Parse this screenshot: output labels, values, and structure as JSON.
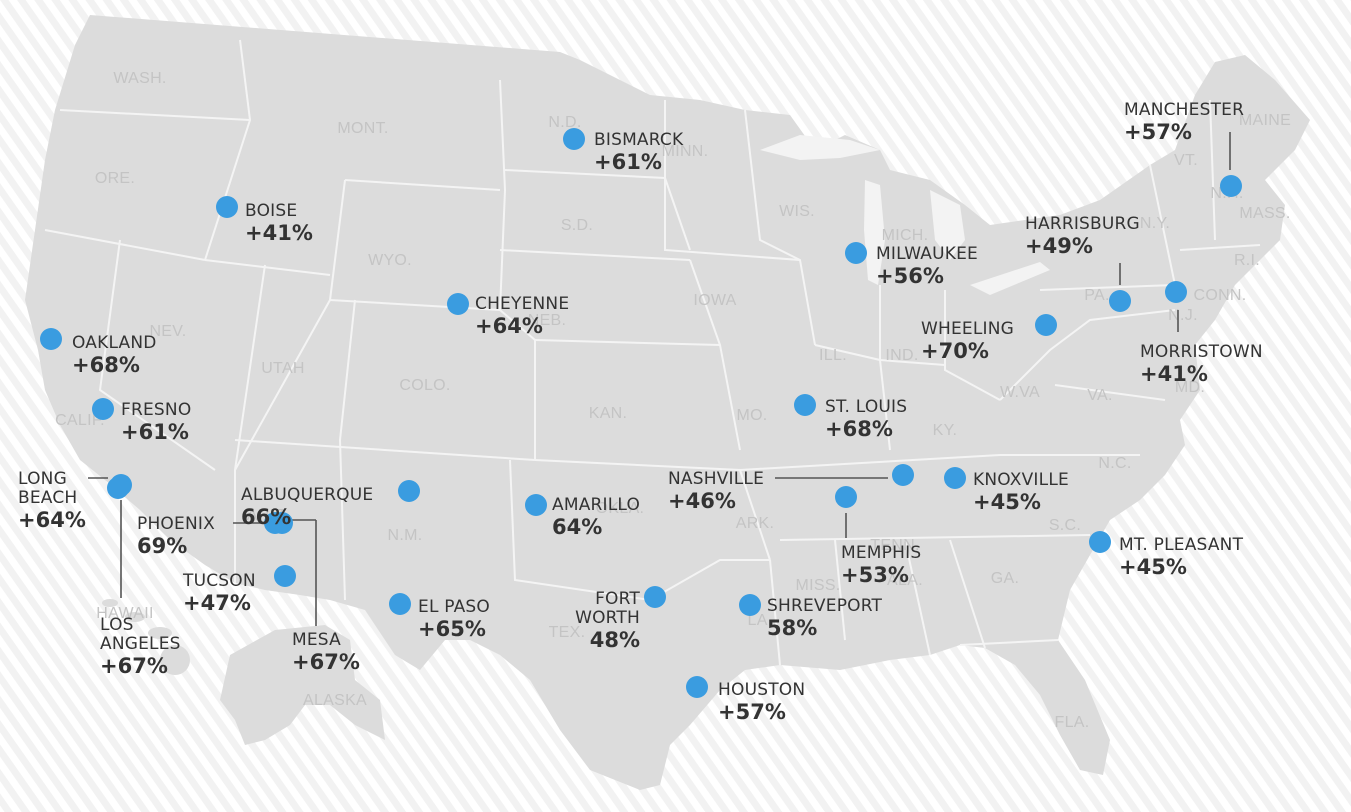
{
  "colors": {
    "marker": "#3a9ce0",
    "land": "#dcdcdc",
    "border": "#f4f4f4",
    "label_text": "#333333",
    "state_text": "#c4c4c4",
    "background_stripe": "#f1f1f1"
  },
  "state_labels": [
    {
      "id": "wash",
      "text": "WASH."
    },
    {
      "id": "ore",
      "text": "ORE."
    },
    {
      "id": "mont",
      "text": "MONT."
    },
    {
      "id": "nd",
      "text": "N.D."
    },
    {
      "id": "minn",
      "text": "MINN."
    },
    {
      "id": "wis",
      "text": "WIS."
    },
    {
      "id": "mich",
      "text": "MICH."
    },
    {
      "id": "sd",
      "text": "S.D."
    },
    {
      "id": "wyo",
      "text": "WYO."
    },
    {
      "id": "nev",
      "text": "NEV."
    },
    {
      "id": "utah",
      "text": "UTAH"
    },
    {
      "id": "colo",
      "text": "COLO."
    },
    {
      "id": "neb",
      "text": "NEB."
    },
    {
      "id": "iowa",
      "text": "IOWA"
    },
    {
      "id": "ill",
      "text": "ILL."
    },
    {
      "id": "ind",
      "text": "IND."
    },
    {
      "id": "kan",
      "text": "KAN."
    },
    {
      "id": "mo",
      "text": "MO."
    },
    {
      "id": "ky",
      "text": "KY."
    },
    {
      "id": "wva",
      "text": "W.VA"
    },
    {
      "id": "va",
      "text": "VA."
    },
    {
      "id": "md",
      "text": "MD."
    },
    {
      "id": "nc",
      "text": "N.C."
    },
    {
      "id": "sc",
      "text": "S.C."
    },
    {
      "id": "tenn",
      "text": "TENN."
    },
    {
      "id": "ark",
      "text": "ARK."
    },
    {
      "id": "okla",
      "text": "OKLA."
    },
    {
      "id": "nm",
      "text": "N.M."
    },
    {
      "id": "ariz",
      "text": "ARIZ."
    },
    {
      "id": "ga",
      "text": "GA."
    },
    {
      "id": "ala",
      "text": "ALA."
    },
    {
      "id": "miss",
      "text": "MISS."
    },
    {
      "id": "la",
      "text": "LA."
    },
    {
      "id": "tex",
      "text": "TEX."
    },
    {
      "id": "fla",
      "text": "FLA."
    },
    {
      "id": "ny",
      "text": "N.Y."
    },
    {
      "id": "pa",
      "text": "PA."
    },
    {
      "id": "nj",
      "text": "N.J."
    },
    {
      "id": "conn",
      "text": "CONN."
    },
    {
      "id": "ri",
      "text": "R.I."
    },
    {
      "id": "mass",
      "text": "MASS."
    },
    {
      "id": "vt",
      "text": "VT."
    },
    {
      "id": "nh",
      "text": "N.H."
    },
    {
      "id": "maine",
      "text": "MAINE"
    },
    {
      "id": "calif",
      "text": "CALIF."
    },
    {
      "id": "hawaii",
      "text": "HAWAII"
    },
    {
      "id": "alaska",
      "text": "ALASKA"
    }
  ],
  "cities": [
    {
      "id": "manchester",
      "name": [
        "MANCHESTER"
      ],
      "value": "+57%"
    },
    {
      "id": "bismarck",
      "name": [
        "BISMARCK"
      ],
      "value": "+61%"
    },
    {
      "id": "boise",
      "name": [
        "BOISE"
      ],
      "value": "+41%"
    },
    {
      "id": "harrisburg",
      "name": [
        "HARRISBURG"
      ],
      "value": "+49%"
    },
    {
      "id": "milwaukee",
      "name": [
        "MILWAUKEE"
      ],
      "value": "+56%"
    },
    {
      "id": "cheyenne",
      "name": [
        "CHEYENNE"
      ],
      "value": "+64%"
    },
    {
      "id": "oakland",
      "name": [
        "OAKLAND"
      ],
      "value": "+68%"
    },
    {
      "id": "wheeling",
      "name": [
        "WHEELING"
      ],
      "value": "+70%"
    },
    {
      "id": "morristown",
      "name": [
        "MORRISTOWN"
      ],
      "value": "+41%"
    },
    {
      "id": "fresno",
      "name": [
        "FRESNO"
      ],
      "value": "+61%"
    },
    {
      "id": "st-louis",
      "name": [
        "ST. LOUIS"
      ],
      "value": "+68%"
    },
    {
      "id": "nashville",
      "name": [
        "NASHVILLE"
      ],
      "value": "+46%"
    },
    {
      "id": "knoxville",
      "name": [
        "KNOXVILLE"
      ],
      "value": "+45%"
    },
    {
      "id": "long-beach",
      "name": [
        "LONG",
        "BEACH"
      ],
      "value": "+64%"
    },
    {
      "id": "albuquerque",
      "name": [
        "ALBUQUERQUE"
      ],
      "value": "66%"
    },
    {
      "id": "amarillo",
      "name": [
        "AMARILLO"
      ],
      "value": "64%"
    },
    {
      "id": "memphis",
      "name": [
        "MEMPHIS"
      ],
      "value": "+53%"
    },
    {
      "id": "phoenix",
      "name": [
        "PHOENIX"
      ],
      "value": "69%"
    },
    {
      "id": "mt-pleasant",
      "name": [
        "MT. PLEASANT"
      ],
      "value": "+45%"
    },
    {
      "id": "tucson",
      "name": [
        "TUCSON"
      ],
      "value": "+47%"
    },
    {
      "id": "el-paso",
      "name": [
        "EL PASO"
      ],
      "value": "+65%"
    },
    {
      "id": "fort-worth",
      "name": [
        "FORT",
        "WORTH"
      ],
      "value": "48%"
    },
    {
      "id": "shreveport",
      "name": [
        "SHREVEPORT"
      ],
      "value": "58%"
    },
    {
      "id": "los-angeles",
      "name": [
        "LOS",
        "ANGELES"
      ],
      "value": "+67%"
    },
    {
      "id": "mesa",
      "name": [
        "MESA"
      ],
      "value": "+67%"
    },
    {
      "id": "houston",
      "name": [
        "HOUSTON"
      ],
      "value": "+57%"
    }
  ]
}
